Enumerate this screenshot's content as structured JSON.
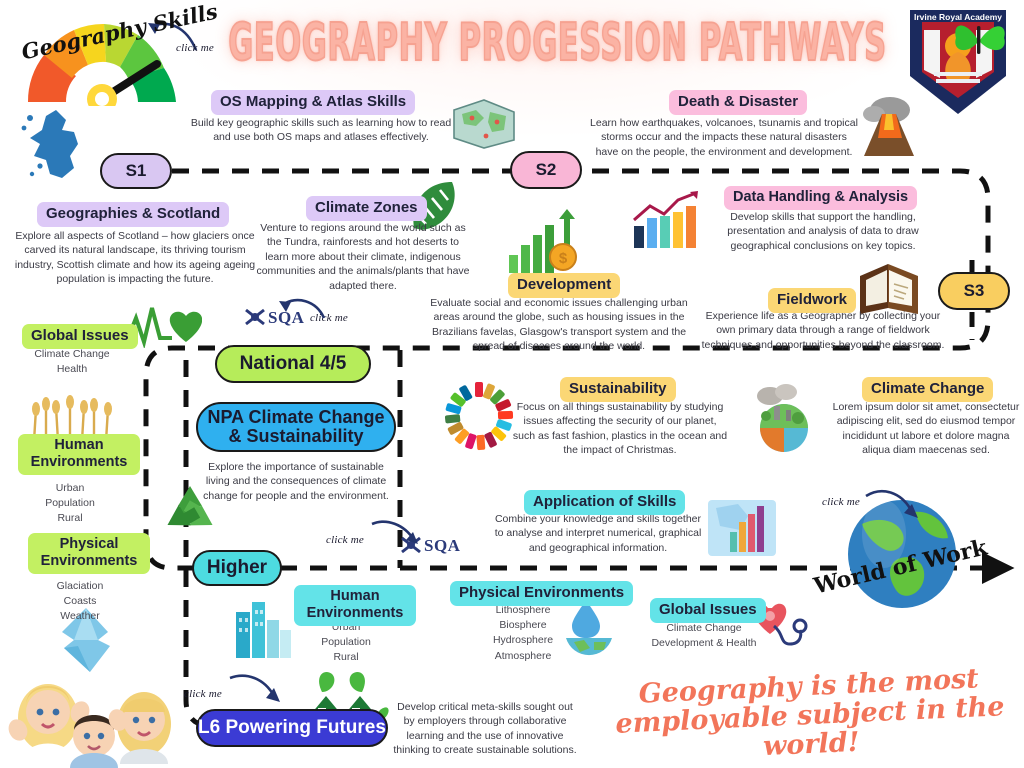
{
  "page": {
    "title": "GEOGRAPHY PROGESSION PATHWAYS",
    "school_crest_label": "Irvine Royal Academy",
    "tagline": "Geography is the most employable subject in the world!",
    "gauge_label": "Geography Skills",
    "world_of_work_label": "World of Work",
    "click_me_label": "click me",
    "sqa_label": "SQA"
  },
  "stages": {
    "s1": "S1",
    "s2": "S2",
    "s3": "S3",
    "national": "National 4/5",
    "npa": "NPA Climate Change\n& Sustainability",
    "npa_line1": "NPA Climate Change",
    "npa_line2": "& Sustainability",
    "higher": "Higher",
    "l6": "L6 Powering Futures"
  },
  "topics": {
    "os_mapping": {
      "title": "OS Mapping & Atlas Skills",
      "body": "Build key geographic skills such as learning how to read and use both OS maps and atlases effectively."
    },
    "death_disaster": {
      "title": "Death & Disaster",
      "body": "Learn how earthquakes, volcanoes, tsunamis and tropical storms occur and the impacts these natural disasters  have on the people, the environment and development."
    },
    "geographies_scotland": {
      "title": "Geographies & Scotland",
      "body": "Explore all aspects of Scotland – how glaciers once carved its natural landscape, its thriving tourism industry, Scottish climate and how its ageing ageing population is impacting the future."
    },
    "climate_zones": {
      "title": "Climate Zones",
      "body": "Venture to regions around the world such as the Tundra,  rainforests and hot deserts to learn more about their climate, indigenous communities and the animals/plants that have adapted there."
    },
    "data_handling": {
      "title": "Data Handling & Analysis",
      "body": "Develop skills that support the handling, presentation and analysis of data to draw geographical conclusions on key topics."
    },
    "development": {
      "title": "Development",
      "body": "Evaluate social and economic issues challenging urban areas around the globe, such as housing issues in the Brazilians favelas, Glasgow's transport system and the spread of diseases around the world."
    },
    "fieldwork": {
      "title": "Fieldwork",
      "body": "Experience life as a Geographer by collecting your own primary data through a range of fieldwork techniques and opportunities beyond the classroom."
    },
    "npa_body": "Explore the importance of sustainable living and the consequences of climate change for people and the environment.",
    "sustainability": {
      "title": "Sustainability",
      "body": "Focus on all things sustainability by studying issues affecting the security of our planet, such as fast fashion, plastics in the ocean and the impact of Christmas."
    },
    "climate_change": {
      "title": "Climate Change",
      "body": "Lorem ipsum dolor sit amet, consectetur adipiscing elit, sed do eiusmod tempor incididunt ut labore et dolore magna aliqua diam maecenas sed."
    },
    "application_of_skills": {
      "title": "Application of Skills",
      "body": "Combine your knowledge and skills  together to analyse and interpret numerical, graphical and geographical information."
    },
    "l6_body": "Develop critical meta-skills sought out by employers through collaborative learning and the use of innovative thinking to create sustainable solutions."
  },
  "nat_left_column": {
    "global_issues": {
      "title": "Global Issues",
      "items": "Climate Change\nHealth"
    },
    "human_environments": {
      "title_line1": "Human",
      "title_line2": "Environments",
      "items": "Urban\nPopulation\nRural"
    },
    "physical_environments": {
      "title_line1": "Physical",
      "title_line2": "Environments",
      "items": "Glaciation\nCoasts\nWeather"
    }
  },
  "higher_row": {
    "human_environments": {
      "title_line1": "Human",
      "title_line2": "Environments",
      "items": "Urban\nPopulation\nRural"
    },
    "physical_environments": {
      "title": "Physical Environments",
      "items": "Lithosphere\nBiosphere\nHydrosphere\nAtmosphere"
    },
    "global_issues": {
      "title": "Global Issues",
      "items": "Climate Change\nDevelopment & Health"
    }
  },
  "colors": {
    "s1": "#d9c7f2",
    "s2": "#f9b6d6",
    "s3": "#f9ce60",
    "national": "#b6ec5a",
    "npa": "#2fb0ef",
    "higher": "#4ddbe0",
    "l6": "#3b3bd4",
    "title": "#fbb3a4",
    "tagline": "#f2755a",
    "path": "#111111"
  }
}
